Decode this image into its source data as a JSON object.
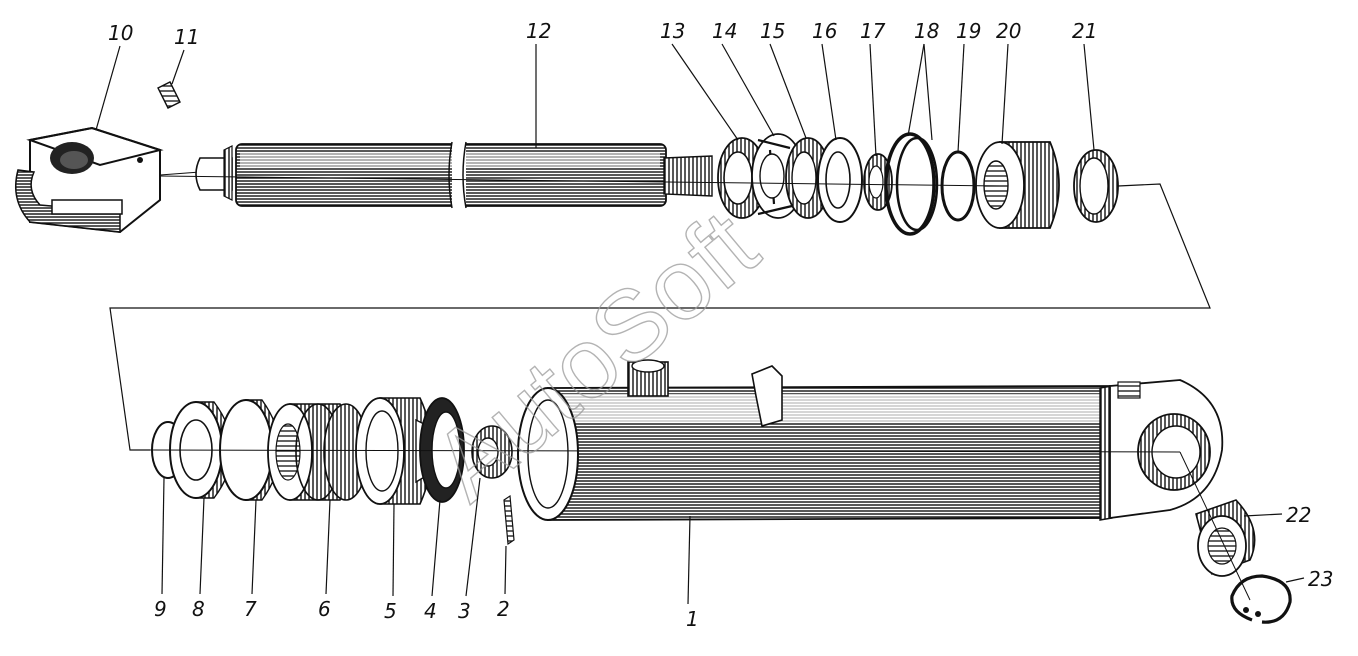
{
  "diagram": {
    "watermark": "AutoSoft",
    "part_labels": [
      "1",
      "2",
      "3",
      "4",
      "5",
      "6",
      "7",
      "8",
      "9",
      "10",
      "11",
      "12",
      "13",
      "14",
      "15",
      "16",
      "17",
      "18",
      "19",
      "20",
      "21",
      "22",
      "23"
    ]
  }
}
